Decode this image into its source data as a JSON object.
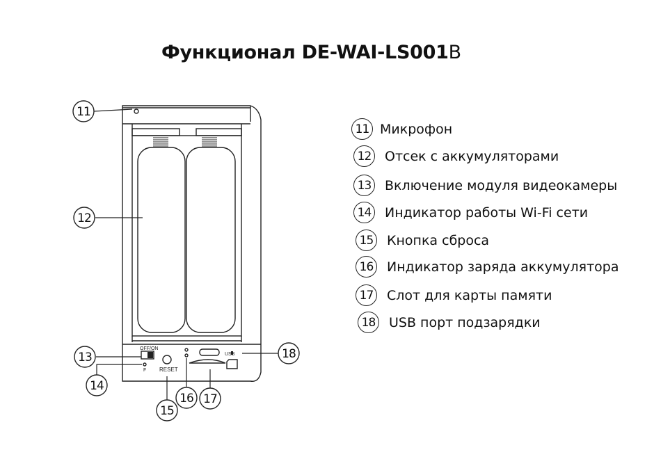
{
  "title": {
    "main": "Функционал DE-WAI-LS001",
    "suffix": "B"
  },
  "device": {
    "switch_label": "OFF/ON",
    "reset_label": "RESET",
    "usb_label": "USB",
    "led_label": "F"
  },
  "callouts": [
    "11",
    "12",
    "13",
    "14",
    "15",
    "16",
    "17",
    "18"
  ],
  "legend": [
    {
      "num": "11",
      "text": "Микрофон"
    },
    {
      "num": "12",
      "text": "Отсек с аккумуляторами"
    },
    {
      "num": "13",
      "text": "Включение модуля видеокамеры"
    },
    {
      "num": "14",
      "text": "Индикатор работы Wi-Fi сети"
    },
    {
      "num": "15",
      "text": "Кнопка сброса"
    },
    {
      "num": "16",
      "text": "Индикатор заряда аккумулятора"
    },
    {
      "num": "17",
      "text": "Слот для карты памяти"
    },
    {
      "num": "18",
      "text": "USB порт подзарядки"
    }
  ]
}
